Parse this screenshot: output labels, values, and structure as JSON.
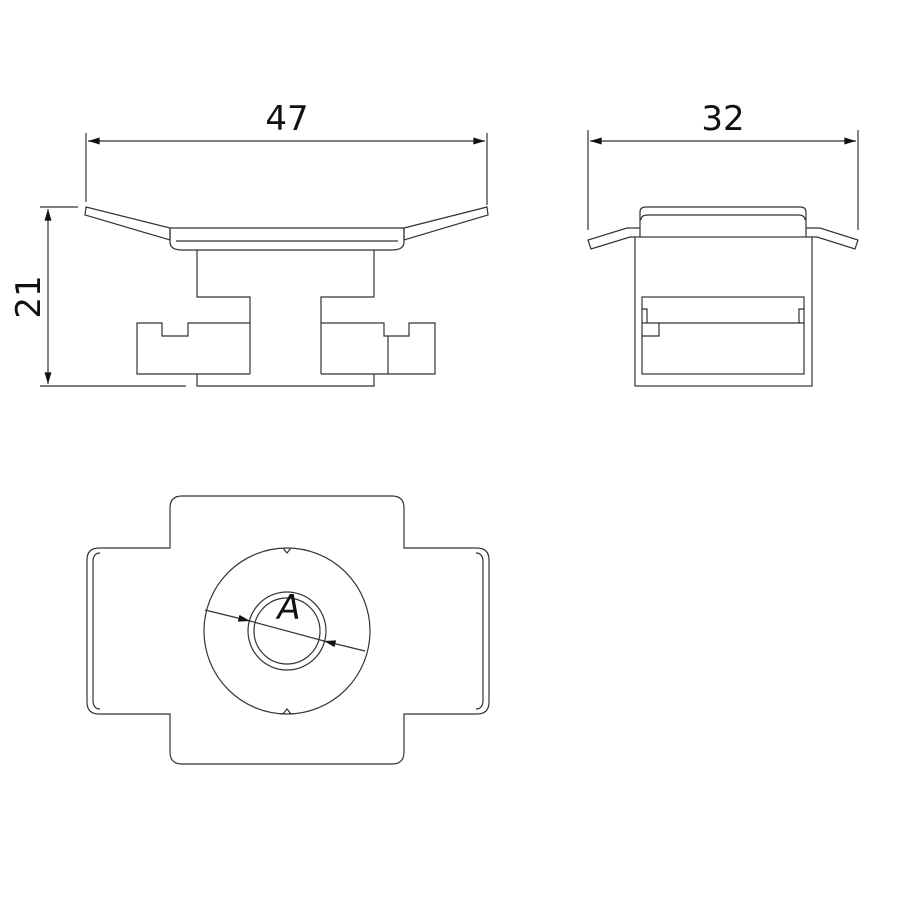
{
  "front_view": {
    "width_dim": "47",
    "height_dim": "21"
  },
  "side_view": {
    "width_dim": "32"
  },
  "bottom_view": {
    "hole_dim": "A"
  },
  "colors": {
    "line": "#333333",
    "background": "#ffffff"
  }
}
